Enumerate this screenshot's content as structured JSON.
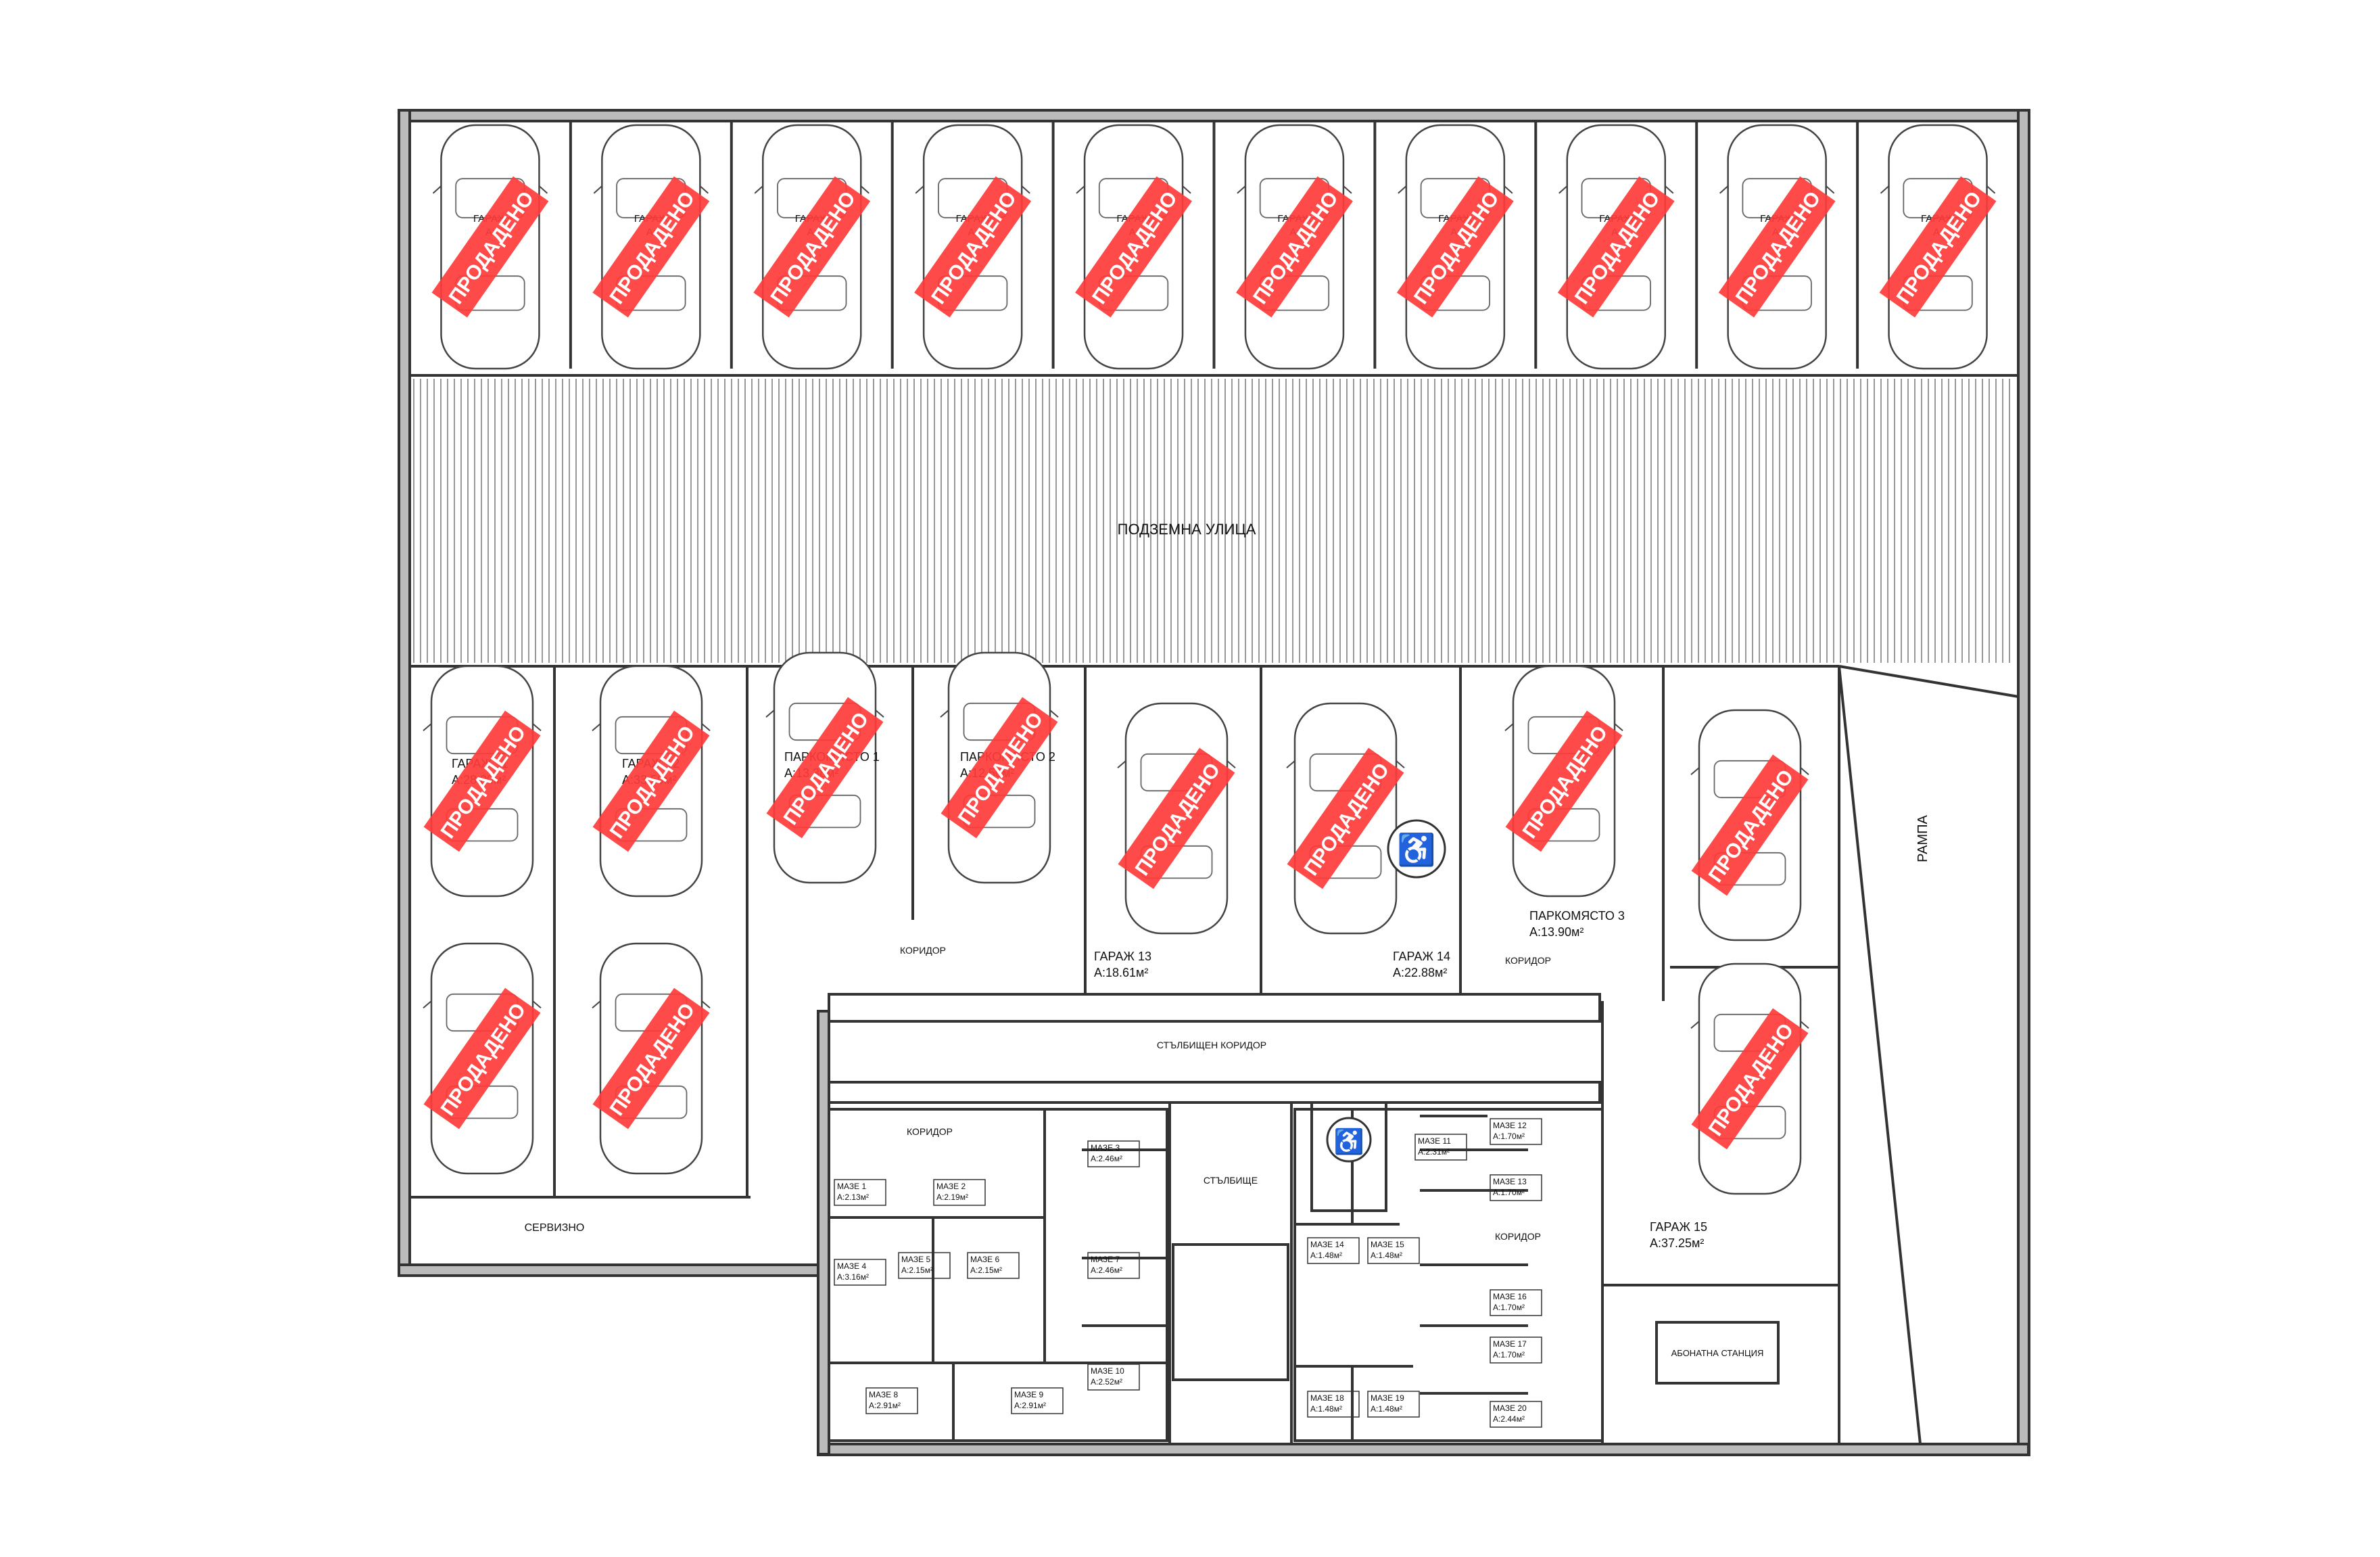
{
  "plan": {
    "street_label": "ПОДЗЕМНА УЛИЦА",
    "ramp_label": "РАМПА",
    "service_label": "СЕРВИЗНО",
    "sold_stamp": "ПРОДАДЕНО",
    "accent_color": "#ff3b3b",
    "line_color": "#333333"
  },
  "top_garages": [
    {
      "name": "ГАРАЖ",
      "area": "А:"
    },
    {
      "name": "ГАРАЖ",
      "area": "А:"
    },
    {
      "name": "ГАРАЖ",
      "area": "А:"
    },
    {
      "name": "ГАРАЖ",
      "area": "А:"
    },
    {
      "name": "ГАРАЖ",
      "area": "А:"
    },
    {
      "name": "ГАРАЖ",
      "area": "А:"
    },
    {
      "name": "ГАРАЖ",
      "area": "А:"
    },
    {
      "name": "ГАРАЖ",
      "area": "А:"
    },
    {
      "name": "ГАРАЖ",
      "area": "А:"
    },
    {
      "name": "ГАРАЖ",
      "area": "А:"
    }
  ],
  "lower_spaces": [
    {
      "name": "ГАРАЖ 11",
      "area": "А:28.00м²",
      "sold": true
    },
    {
      "name": "ГАРАЖ 12",
      "area": "А:33.59м²",
      "sold": true
    },
    {
      "name": "ПАРКОМЯСТО 1",
      "area": "А:13.38м²",
      "sold": true
    },
    {
      "name": "ПАРКОМЯСТО 2",
      "area": "А:12.50м²",
      "sold": true
    },
    {
      "name": "ГАРАЖ 13",
      "area": "А:18.61м²",
      "sold": true
    },
    {
      "name": "ГАРАЖ 14",
      "area": "А:22.88м²",
      "sold": true
    },
    {
      "name": "ПАРКОМЯСТО 3",
      "area": "А:13.90м²",
      "sold": true
    },
    {
      "name": "",
      "area": "",
      "sold": true
    },
    {
      "name": "ГАРАЖ 15",
      "area": "А:37.25м²",
      "sold": true
    }
  ],
  "corridors": {
    "corridor": "КОРИДОР",
    "stair_corridor": "СТЪЛБИЩЕН КОРИДОР",
    "staircase": "СТЪЛБИЩЕ",
    "substation": "АБОНАТНА СТАНЦИЯ"
  },
  "storage_rooms": [
    {
      "name": "МАЗЕ 1",
      "area": "А:2.13м²"
    },
    {
      "name": "МАЗЕ 2",
      "area": "А:2.19м²"
    },
    {
      "name": "МАЗЕ 3",
      "area": "А:2.46м²"
    },
    {
      "name": "МАЗЕ 4",
      "area": "А:3.16м²"
    },
    {
      "name": "МАЗЕ 5",
      "area": "А:2.15м²"
    },
    {
      "name": "МАЗЕ 6",
      "area": "А:2.15м²"
    },
    {
      "name": "МАЗЕ 7",
      "area": "А:2.46м²"
    },
    {
      "name": "МАЗЕ 8",
      "area": "А:2.91м²"
    },
    {
      "name": "МАЗЕ 9",
      "area": "А:2.91м²"
    },
    {
      "name": "МАЗЕ 10",
      "area": "А:2.52м²"
    },
    {
      "name": "МАЗЕ 11",
      "area": "А:2.31м²"
    },
    {
      "name": "МАЗЕ 12",
      "area": "А:1.70м²"
    },
    {
      "name": "МАЗЕ 13",
      "area": "А:1.70м²"
    },
    {
      "name": "МАЗЕ 14",
      "area": "А:1.48м²"
    },
    {
      "name": "МАЗЕ 15",
      "area": "А:1.48м²"
    },
    {
      "name": "МАЗЕ 16",
      "area": "А:1.70м²"
    },
    {
      "name": "МАЗЕ 17",
      "area": "А:1.70м²"
    },
    {
      "name": "МАЗЕ 18",
      "area": "А:1.48м²"
    },
    {
      "name": "МАЗЕ 19",
      "area": "А:1.48м²"
    },
    {
      "name": "МАЗЕ 20",
      "area": "А:2.44м²"
    }
  ]
}
